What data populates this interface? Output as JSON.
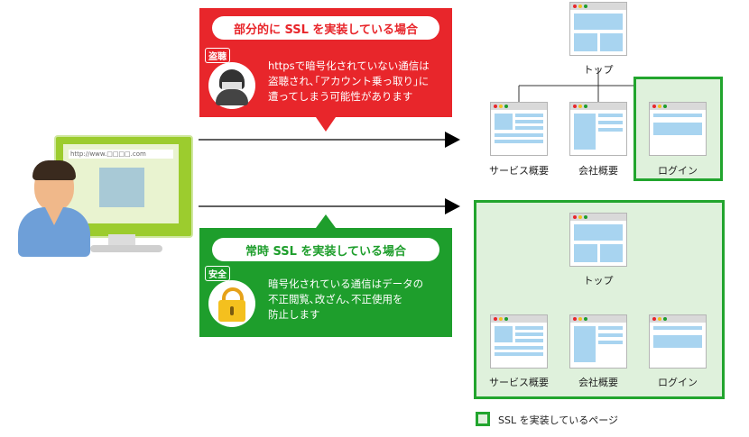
{
  "top_callout": {
    "title": "部分的に SSL を実装している場合",
    "badge": "盗聴",
    "text": "httpsで暗号化されていない通信は\n盗聴され､｢アカウント乗っ取り｣に\n遭ってしまう可能性があります",
    "color": "#e8262b"
  },
  "bottom_callout": {
    "title": "常時 SSL を実装している場合",
    "badge": "安全",
    "text": "暗号化されている通信はデータの\n不正閲覧､改ざん､不正使用を\n防止します",
    "color": "#1e9e2c"
  },
  "monitor": {
    "url_text": "http://www.□□□□.com"
  },
  "top_sitemap": {
    "top": "トップ",
    "service": "サービス概要",
    "company": "会社概要",
    "login": "ログイン"
  },
  "bottom_sitemap": {
    "top": "トップ",
    "service": "サービス概要",
    "company": "会社概要",
    "login": "ログイン"
  },
  "legend": {
    "label": "SSL を実装しているページ"
  },
  "colors": {
    "green_border": "#22a52e",
    "green_fill": "#dff1dc",
    "page_content": "#a8d4f0"
  }
}
